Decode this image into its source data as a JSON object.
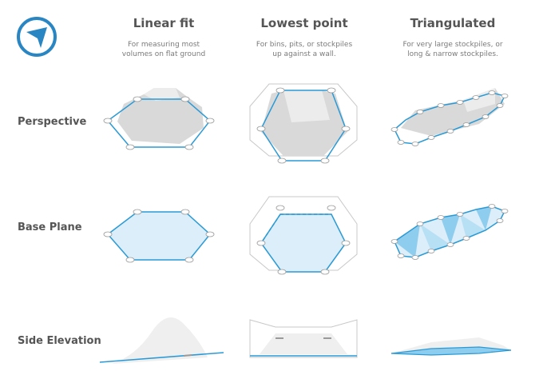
{
  "columns": [
    {
      "title": "Linear fit",
      "subtitle_1": "For measuring most",
      "subtitle_2": "volumes on flat ground"
    },
    {
      "title": "Lowest point",
      "subtitle_1": "For bins, pits, or stockpiles",
      "subtitle_2": "up against a wall."
    },
    {
      "title": "Triangulated",
      "subtitle_1": "For very large stockpiles, or",
      "subtitle_2": "long & narrow stockpiles."
    }
  ],
  "rows": [
    {
      "label": "Perspective"
    },
    {
      "label": "Base Plane"
    },
    {
      "label": "Side Elevation"
    }
  ],
  "logo": {
    "icon": "navigation-arrow-icon",
    "color": "#2a86c3"
  },
  "colors": {
    "outline": "#2a9ad6",
    "fill_plane": "#dbeef9",
    "fill_pile": "#d9d9d9",
    "tri_fill": "#8fcdee"
  }
}
